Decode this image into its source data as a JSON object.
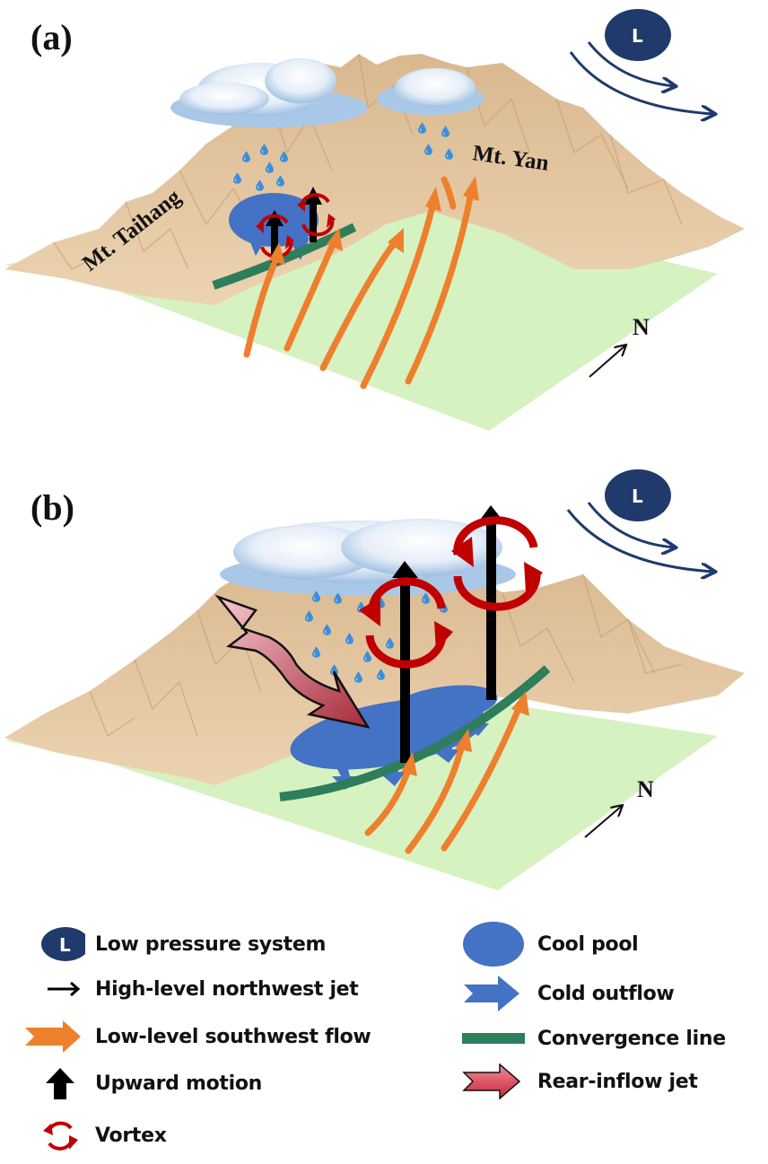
{
  "figure": {
    "panels": [
      {
        "label": "(a)",
        "labels": {
          "mountain_west": "Mt. Taihang",
          "mountain_north": "Mt. Yan",
          "north": "N",
          "low": "L"
        }
      },
      {
        "label": "(b)",
        "labels": {
          "north": "N",
          "low": "L"
        }
      }
    ],
    "legend": [
      {
        "icon": "low-pressure-icon",
        "label": "Low pressure system",
        "symbol": "L"
      },
      {
        "icon": "thin-arrow-icon",
        "label": "High-level northwest jet"
      },
      {
        "icon": "orange-arrow-icon",
        "label": "Low-level southwest flow"
      },
      {
        "icon": "up-arrow-icon",
        "label": "Upward motion"
      },
      {
        "icon": "vortex-icon",
        "label": "Vortex"
      },
      {
        "icon": "cool-pool-icon",
        "label": "Cool pool"
      },
      {
        "icon": "blue-arrow-icon",
        "label": "Cold outflow"
      },
      {
        "icon": "green-line-icon",
        "label": "Convergence line"
      },
      {
        "icon": "red-arrow-icon",
        "label": "Rear-inflow jet"
      }
    ],
    "colors": {
      "low_pressure": "#1f3a6b",
      "orange_flow": "#ee7f2d",
      "upward": "#000000",
      "vortex": "#c00000",
      "cool_pool": "#4472c4",
      "convergence": "#2e7d5b",
      "rear_inflow": "#c8404f",
      "plain": "#d6f2c0",
      "mountain": "#e0c29c"
    }
  }
}
